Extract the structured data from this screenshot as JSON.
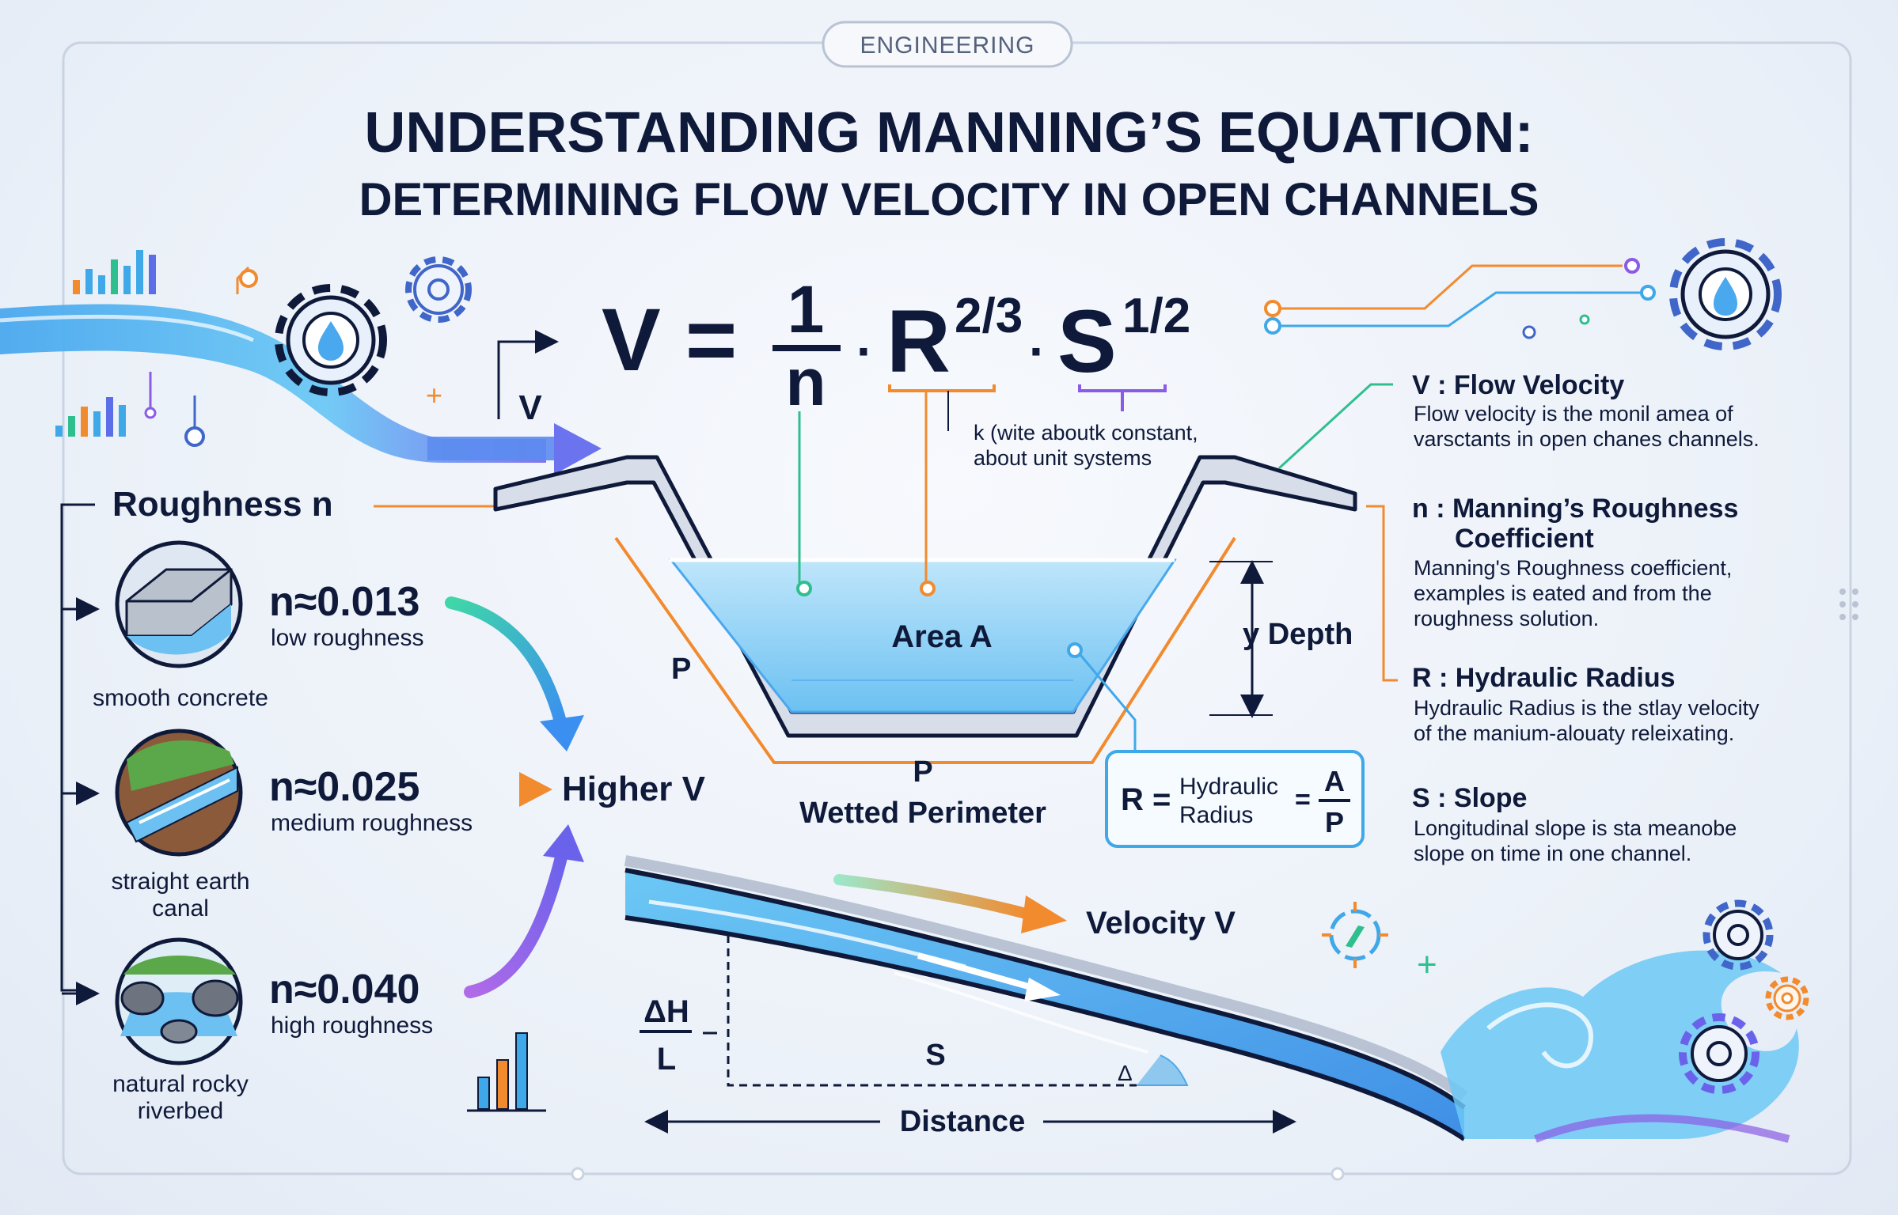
{
  "badge": "ENGINEERING",
  "title_line1": "UNDERSTANDING MANNING’S EQUATION:",
  "title_line2": "DETERMINING FLOW VELOCITY IN OPEN CHANNELS",
  "equation": {
    "lhs": "V =",
    "numerator": "1",
    "denominator": "n",
    "dot": "·",
    "r_term": "R",
    "r_exp": "2/3",
    "s_term": "S",
    "s_exp": "1/2",
    "note_line1": "k (wite aboutk constant,",
    "note_line2": "about unit systems"
  },
  "velocity_arrow_label": "V",
  "roughness": {
    "heading": "Roughness n",
    "items": [
      {
        "value": "n≈0.013",
        "desc": "low roughness",
        "surface_line1": "smooth concrete",
        "surface_line2": ""
      },
      {
        "value": "n≈0.025",
        "desc": "medium roughness",
        "surface_line1": "straight earth",
        "surface_line2": "canal"
      },
      {
        "value": "n≈0.040",
        "desc": "high roughness",
        "surface_line1": "natural rocky",
        "surface_line2": "riverbed"
      }
    ],
    "result": "Higher V"
  },
  "channel": {
    "area_label": "Area A",
    "p_left": "P",
    "p_bottom": "P",
    "wetted_perimeter": "Wetted Perimeter",
    "depth_label": "y Depth",
    "hr_r": "R =",
    "hr_line1": "Hydraulic",
    "hr_line2": "Radius",
    "hr_eq": "=",
    "hr_num": "A",
    "hr_den": "P"
  },
  "slope": {
    "velocity_label": "Velocity V",
    "dh": "ΔH",
    "l": "L",
    "s": "S",
    "angle": "Δ",
    "distance": "Distance"
  },
  "definitions": [
    {
      "term": "V : Flow Velocity",
      "term2": "",
      "line1": "Flow velocity is the monil amea of",
      "line2": "varsctants in open chanes channels.",
      "line3": ""
    },
    {
      "term": "n : Manning’s Roughness",
      "term2": "Coefficient",
      "line1": "Manning's Roughness coefficient,",
      "line2": "examples is eated and from the",
      "line3": "roughness solution."
    },
    {
      "term": "R : Hydraulic Radius",
      "term2": "",
      "line1": "Hydraulic Radius is the stlay velocity",
      "line2": "of the manium-alouaty releixating.",
      "line3": ""
    },
    {
      "term": "S : Slope",
      "term2": "",
      "line1": "Longitudinal slope is sta meanobe",
      "line2": "slope on time in one channel.",
      "line3": ""
    }
  ],
  "colors": {
    "navy": "#0f1a3a",
    "water": "#5ab4f0",
    "purple": "#8a5ce6",
    "orange": "#f28a2e",
    "green": "#2fbf8f",
    "frame": "#c9d3e2"
  },
  "icons": [
    "gear-droplet-icon",
    "gear-icon",
    "bar-chart-icon",
    "compass-icon",
    "plus-icon"
  ]
}
